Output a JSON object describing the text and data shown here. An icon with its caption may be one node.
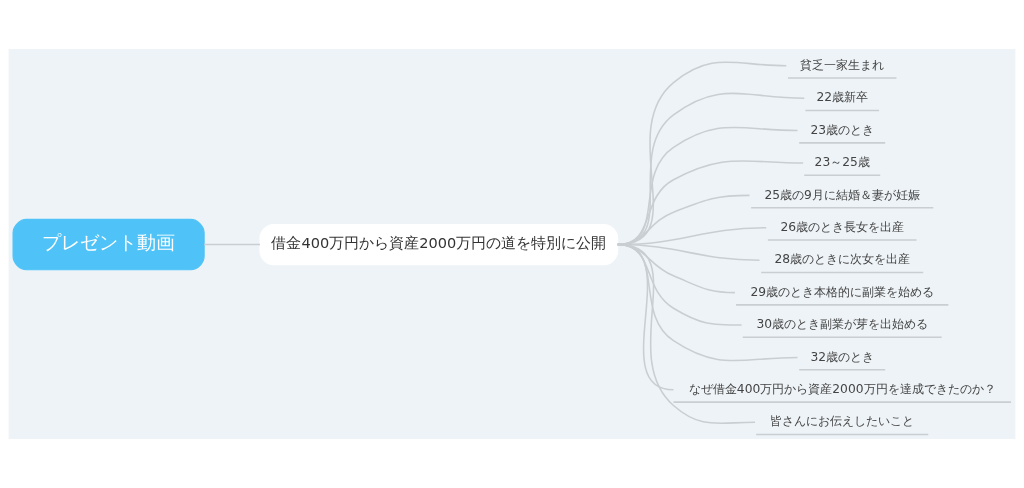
{
  "diagram": {
    "nodes": [
      {
        "text": [
          "プレゼント動画"
        ]
      },
      {
        "text": [
          "借金400万円から資産2000万円の道を特別に公開"
        ]
      },
      {
        "text": [
          "貧乏一家生まれ"
        ]
      },
      {
        "text": [
          "22歳新卒"
        ]
      },
      {
        "text": [
          "23歳のとき"
        ]
      },
      {
        "text": [
          "23～25歳"
        ]
      },
      {
        "text": [
          "25歳の9月に結婚＆妻が妊娠"
        ]
      },
      {
        "text": [
          "26歳のとき長女を出産"
        ]
      },
      {
        "text": [
          "28歳のときに次女を出産"
        ]
      },
      {
        "text": [
          "29歳のとき本格的に副業を始める"
        ]
      },
      {
        "text": [
          "30歳のとき副業が芽を出始める"
        ]
      },
      {
        "text": [
          "32歳のとき"
        ]
      },
      {
        "text": [
          "なぜ借金400万円から資産2000万円を達成できたのか？"
        ]
      },
      {
        "text": [
          "皆さんにお伝えしたいこと"
        ]
      }
    ],
    "edges": [
      {
        "from": 0,
        "to": 1,
        "arrow": "none"
      },
      {
        "from": 1,
        "to": 2,
        "arrow": "none"
      },
      {
        "from": 1,
        "to": 3,
        "arrow": "none"
      },
      {
        "from": 1,
        "to": 4,
        "arrow": "none"
      },
      {
        "from": 1,
        "to": 5,
        "arrow": "none"
      },
      {
        "from": 1,
        "to": 6,
        "arrow": "none"
      },
      {
        "from": 1,
        "to": 7,
        "arrow": "none"
      },
      {
        "from": 1,
        "to": 8,
        "arrow": "none"
      },
      {
        "from": 1,
        "to": 9,
        "arrow": "none"
      },
      {
        "from": 1,
        "to": 10,
        "arrow": "none"
      },
      {
        "from": 1,
        "to": 11,
        "arrow": "none"
      },
      {
        "from": 1,
        "to": 12,
        "arrow": "none"
      },
      {
        "from": 1,
        "to": 13,
        "arrow": "none"
      }
    ]
  }
}
